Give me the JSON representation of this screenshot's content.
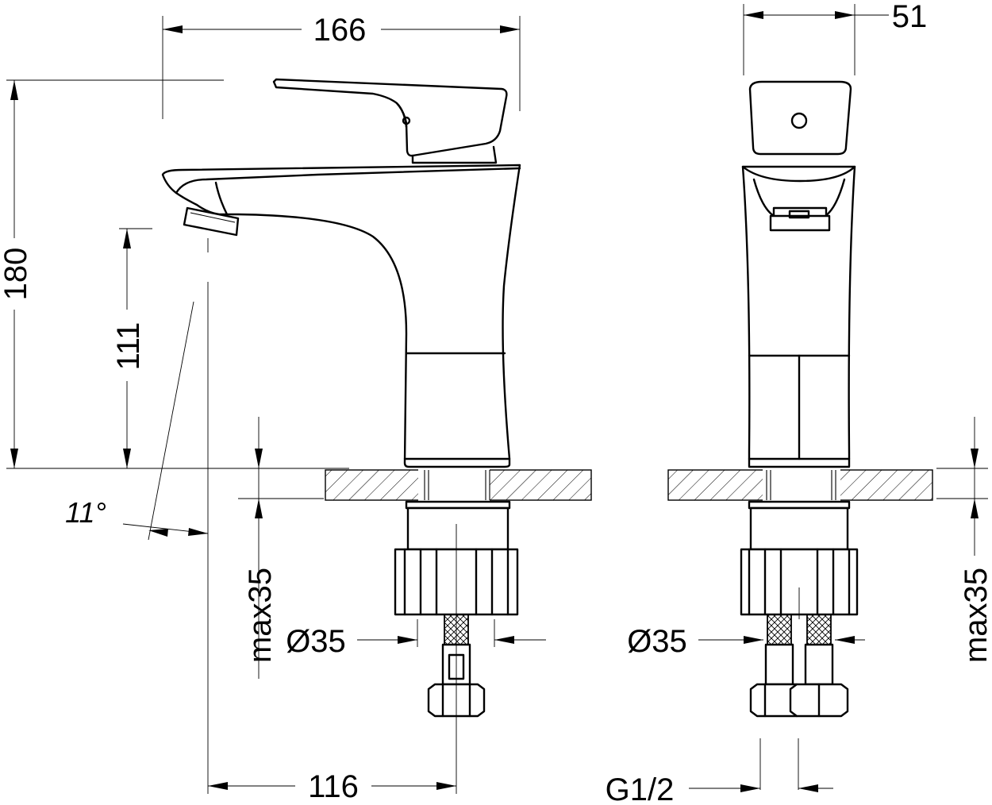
{
  "dimensions": {
    "width_total": "166",
    "depth": "51",
    "height_total": "180",
    "spout_height": "111",
    "spout_reach": "116",
    "spout_angle": "11°",
    "max_thickness_left": "max35",
    "max_thickness_right": "max35",
    "hole_diameter_left": "Ø35",
    "hole_diameter_right": "Ø35",
    "thread": "G1/2"
  }
}
